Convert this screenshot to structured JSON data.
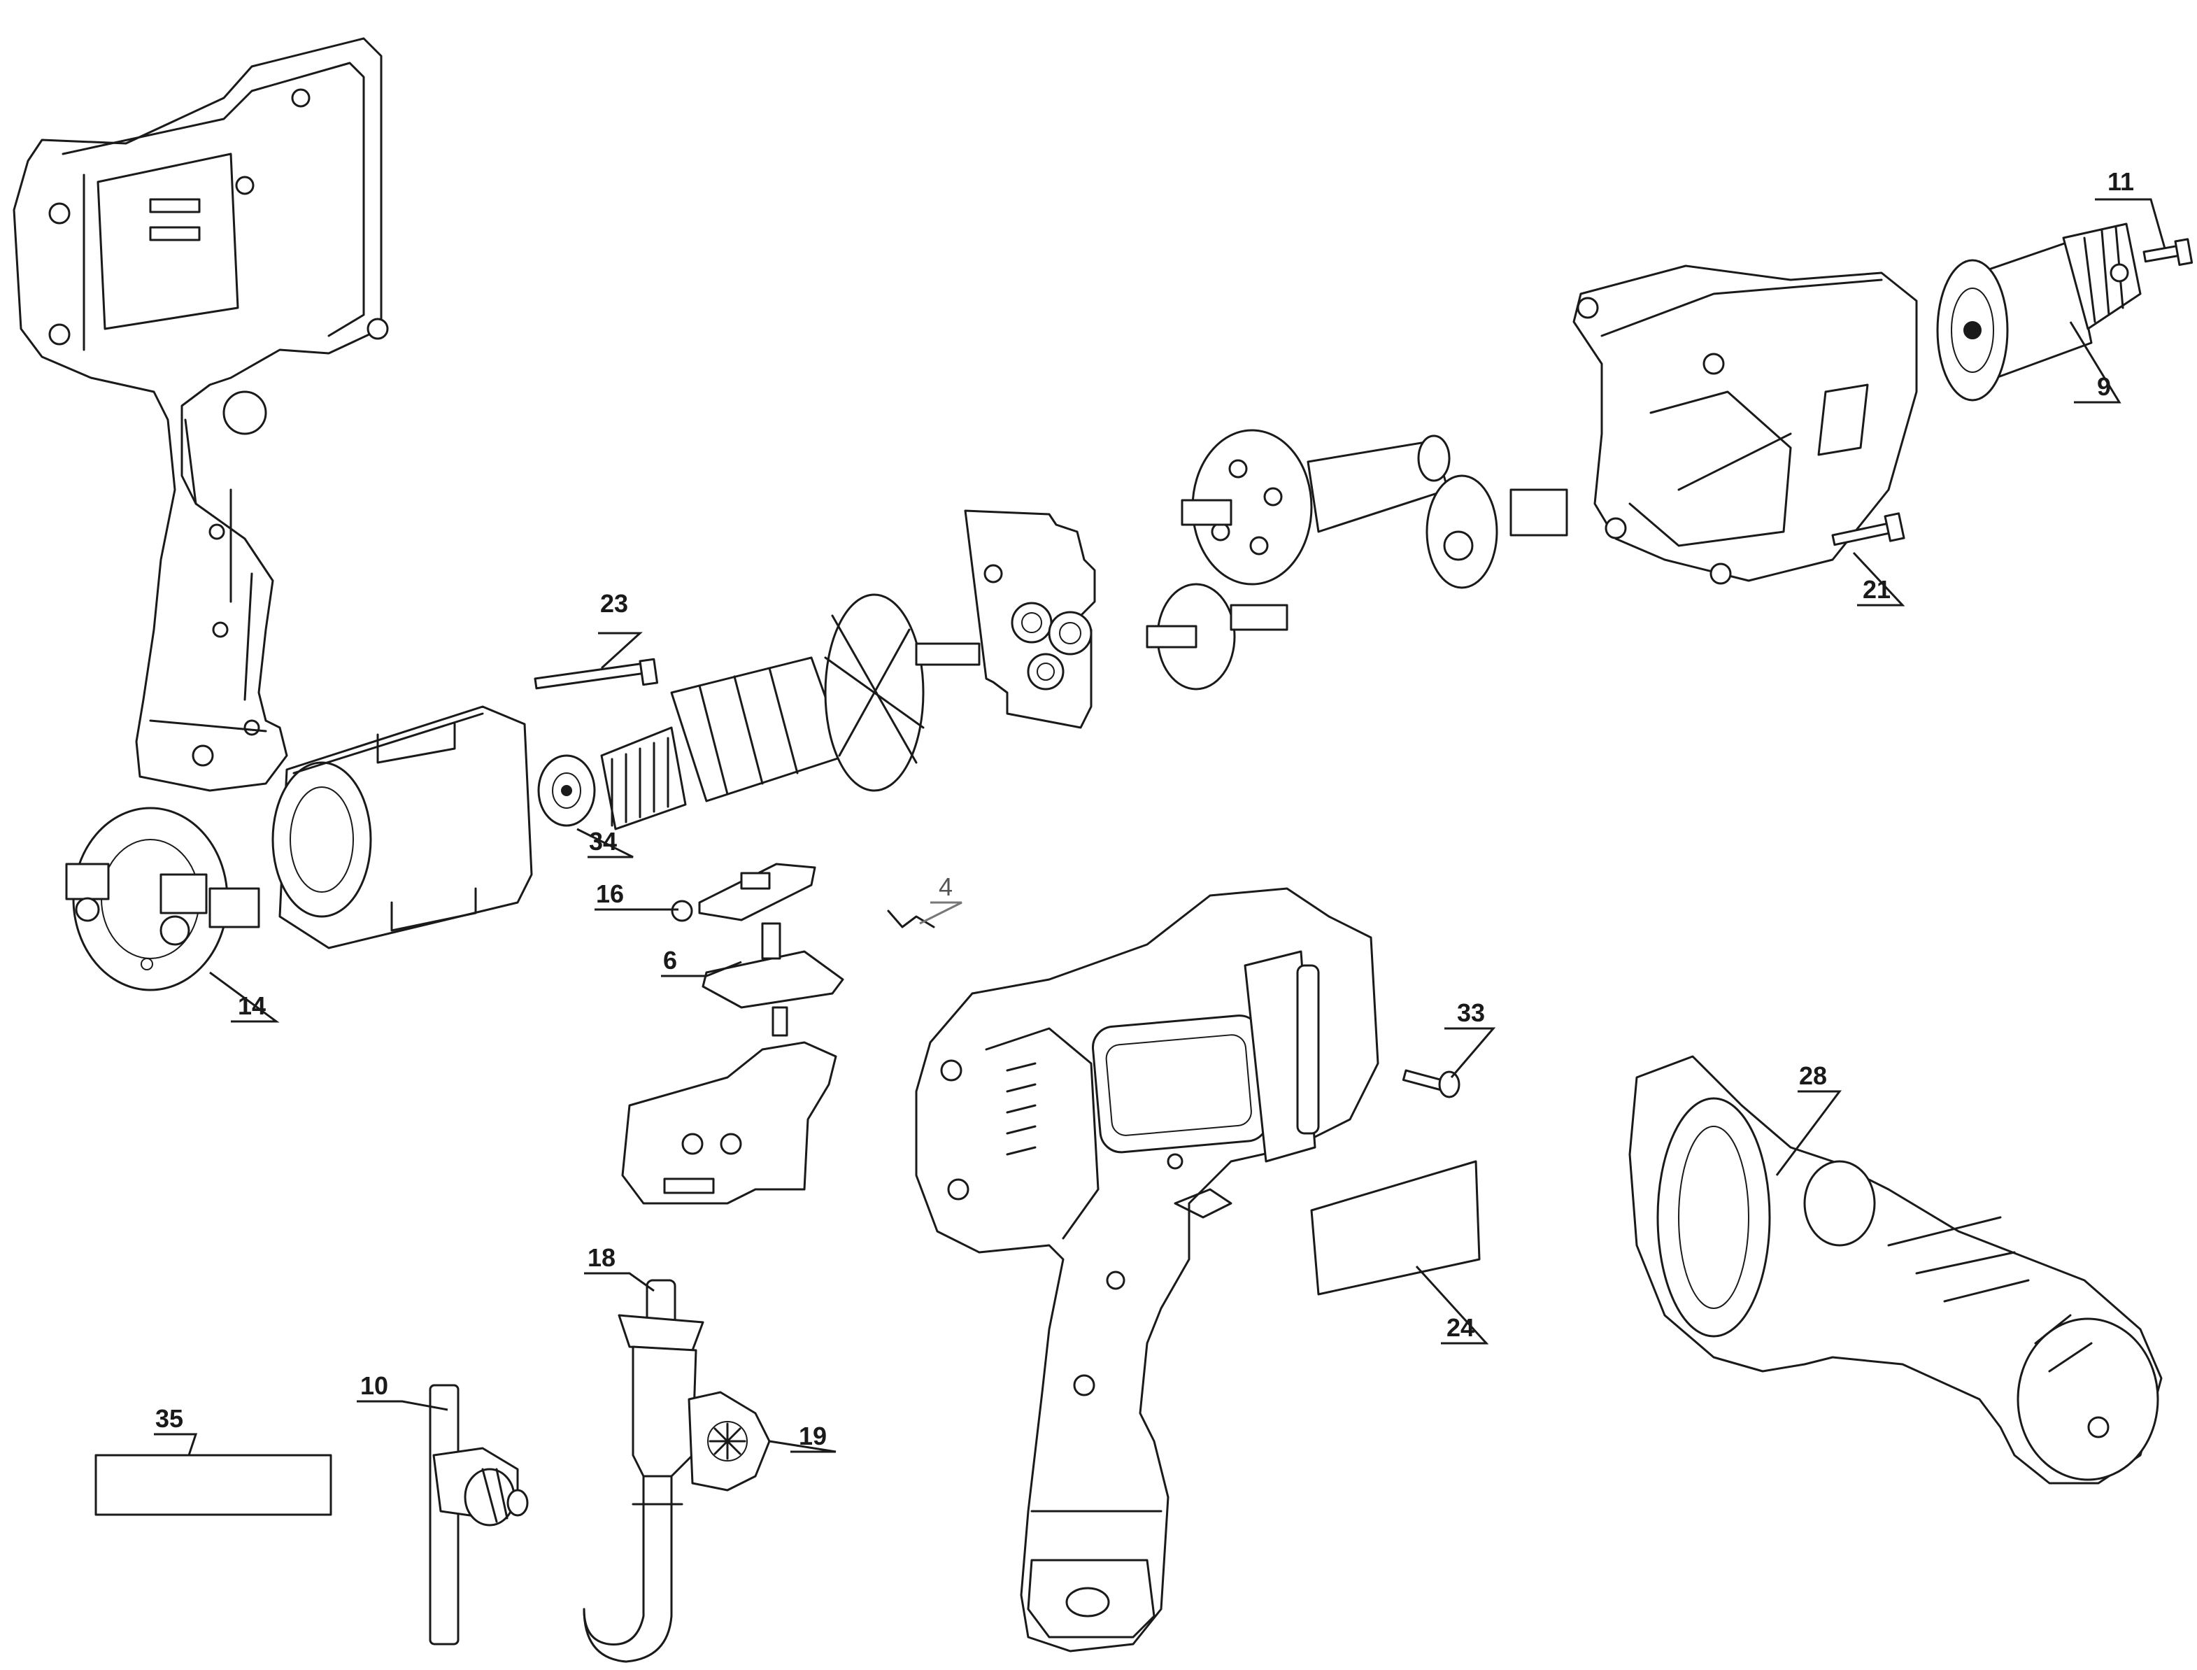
{
  "callouts": [
    {
      "id": "11",
      "text": "11"
    },
    {
      "id": "9",
      "text": "9"
    },
    {
      "id": "21",
      "text": "21"
    },
    {
      "id": "23",
      "text": "23"
    },
    {
      "id": "34",
      "text": "34"
    },
    {
      "id": "16",
      "text": "16"
    },
    {
      "id": "4",
      "text": "4"
    },
    {
      "id": "6",
      "text": "6"
    },
    {
      "id": "14",
      "text": "14"
    },
    {
      "id": "33",
      "text": "33"
    },
    {
      "id": "28",
      "text": "28"
    },
    {
      "id": "24",
      "text": "24"
    },
    {
      "id": "18",
      "text": "18"
    },
    {
      "id": "10",
      "text": "10"
    },
    {
      "id": "19",
      "text": "19"
    },
    {
      "id": "35",
      "text": "35"
    }
  ]
}
